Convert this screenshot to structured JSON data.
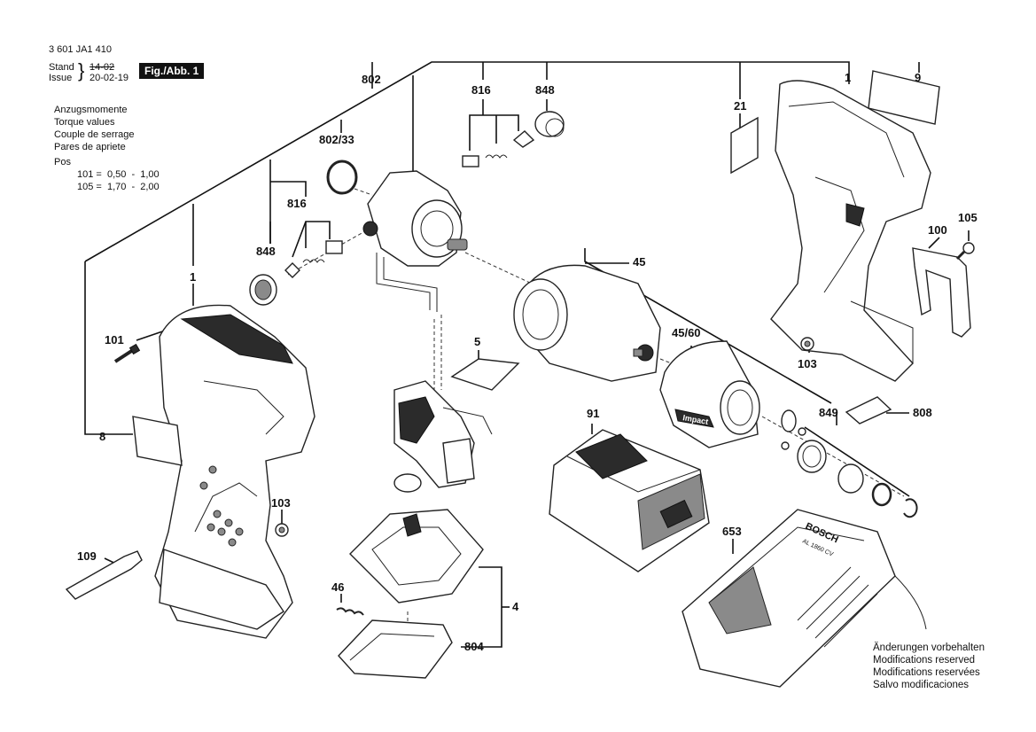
{
  "header": {
    "doc_number": "3 601 JA1 410",
    "stand_label": "Stand",
    "issue_label": "Issue",
    "old_date": "14-02",
    "new_date": "20-02-19",
    "figure_badge": "Fig./Abb. 1"
  },
  "torque_block": {
    "lines": [
      "Anzugsmomente",
      "Torque values",
      "Couple de serrage",
      "Pares de apriete",
      "Pos"
    ],
    "rows": [
      "101 =  0,50  -  1,00",
      "105 =  1,70  -  2,00"
    ]
  },
  "part_labels": {
    "p802": "802",
    "p816a": "816",
    "p848a": "848",
    "p1top": "1",
    "p9": "9",
    "p21": "21",
    "p802_33": "802/33",
    "p816b": "816",
    "p848b": "848",
    "p105": "105",
    "p100": "100",
    "p1left": "1",
    "p45": "45",
    "p101": "101",
    "p5": "5",
    "p45_60": "45/60",
    "p103a": "103",
    "p8": "8",
    "p849": "849",
    "p808": "808",
    "p91": "91",
    "p103b": "103",
    "p109": "109",
    "p653": "653",
    "p46": "46",
    "p4": "4",
    "p804": "804"
  },
  "product_text": {
    "impact_label": "Impact",
    "charger_brand": "BOSCH",
    "charger_model": "AL 1860 CV"
  },
  "footer_notes": [
    "Änderungen vorbehalten",
    "Modifications reserved",
    "Modifications reservées",
    "Salvo modificaciones"
  ]
}
